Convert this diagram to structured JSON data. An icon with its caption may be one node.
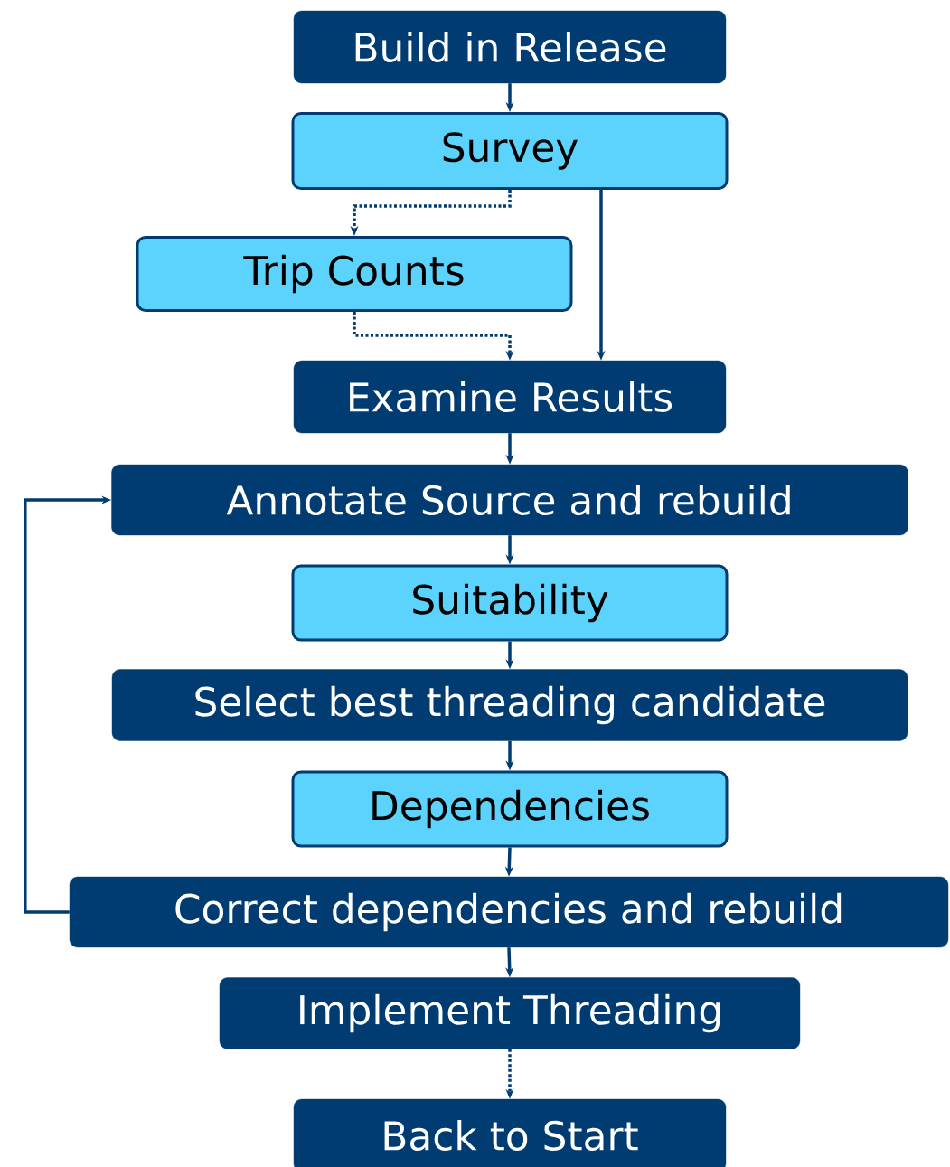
{
  "diagram": {
    "nodes": [
      {
        "text": [
          "Build in Release"
        ]
      },
      {
        "text": [
          "Survey"
        ]
      },
      {
        "text": [
          "Trip Counts"
        ]
      },
      {
        "text": [
          "Examine Results"
        ]
      },
      {
        "text": [
          "Annotate Source and rebuild"
        ]
      },
      {
        "text": [
          "Suitability"
        ]
      },
      {
        "text": [
          "Select best threading candidate"
        ]
      },
      {
        "text": [
          "Dependencies"
        ]
      },
      {
        "text": [
          "Correct dependencies and rebuild"
        ]
      },
      {
        "text": [
          "Implement Threading"
        ]
      },
      {
        "text": [
          "Back to Start"
        ]
      }
    ],
    "edges": [
      {
        "from": 0,
        "to": 1,
        "arrow": "to"
      },
      {
        "from": 1,
        "to": 2,
        "arrow": "to",
        "style": "dashed"
      },
      {
        "from": 1,
        "to": 3,
        "arrow": "to"
      },
      {
        "from": 2,
        "to": 3,
        "arrow": "to",
        "style": "dashed"
      },
      {
        "from": 3,
        "to": 4,
        "arrow": "to"
      },
      {
        "from": 4,
        "to": 5,
        "arrow": "to"
      },
      {
        "from": 5,
        "to": 6,
        "arrow": "to"
      },
      {
        "from": 6,
        "to": 7,
        "arrow": "to"
      },
      {
        "from": 7,
        "to": 8,
        "arrow": "to"
      },
      {
        "from": 8,
        "to": 4,
        "arrow": "to"
      },
      {
        "from": 8,
        "to": 9,
        "arrow": "to"
      },
      {
        "from": 9,
        "to": 10,
        "arrow": "to",
        "style": "dashed"
      }
    ]
  }
}
